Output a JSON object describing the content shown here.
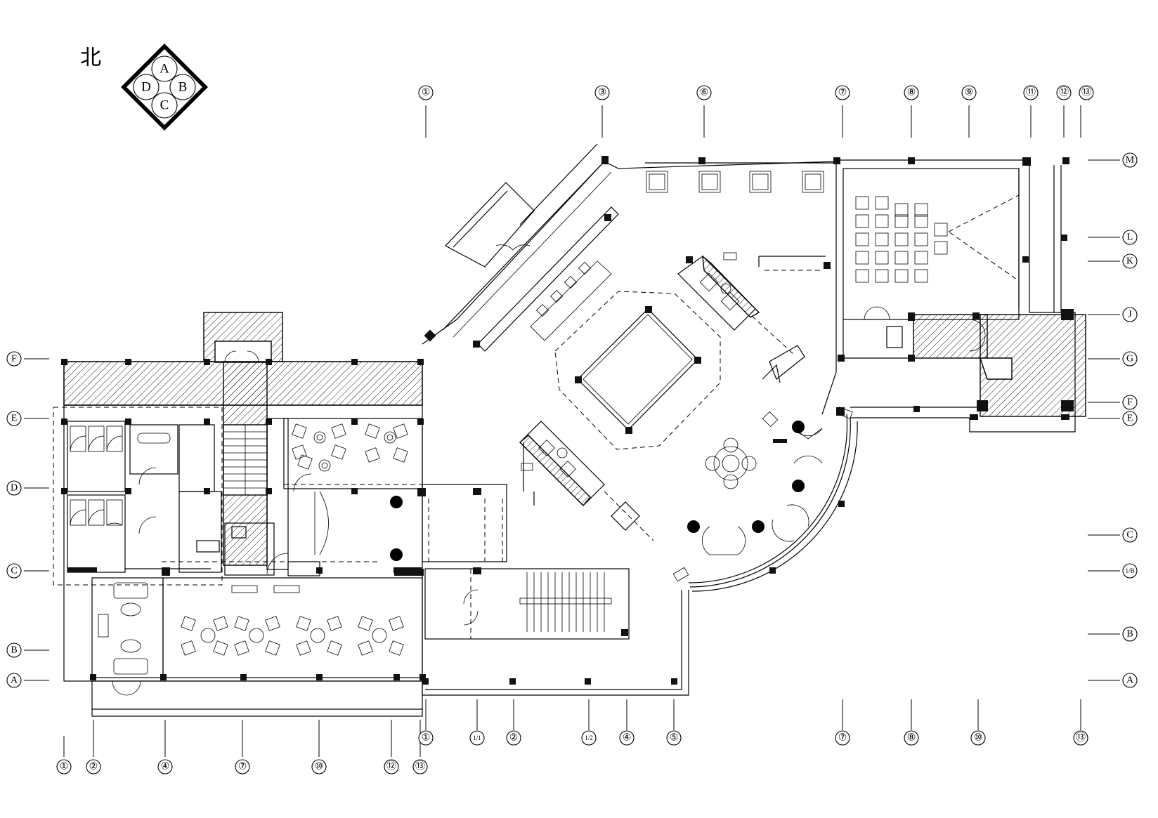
{
  "compass": {
    "north_label": "北",
    "directions": [
      "A",
      "B",
      "C",
      "D"
    ]
  },
  "grid": {
    "top_axes": [
      "①",
      "③",
      "⑥",
      "⑦",
      "⑧",
      "⑨",
      "⑪",
      "⑫",
      "⑬"
    ],
    "bottom_main_axes": [
      "①",
      "1/1",
      "②",
      "1/2",
      "④",
      "⑤",
      "⑦",
      "⑧",
      "⑩",
      "⑬"
    ],
    "bottom_left_axes": [
      "①",
      "②",
      "④",
      "⑦",
      "⑩",
      "⑫",
      "⑬"
    ],
    "left_axes": [
      "F",
      "E",
      "D",
      "C",
      "B",
      "A"
    ],
    "right_axes": [
      "M",
      "L",
      "K",
      "J",
      "G",
      "F",
      "E",
      "C",
      "1/B",
      "B",
      "A"
    ]
  }
}
